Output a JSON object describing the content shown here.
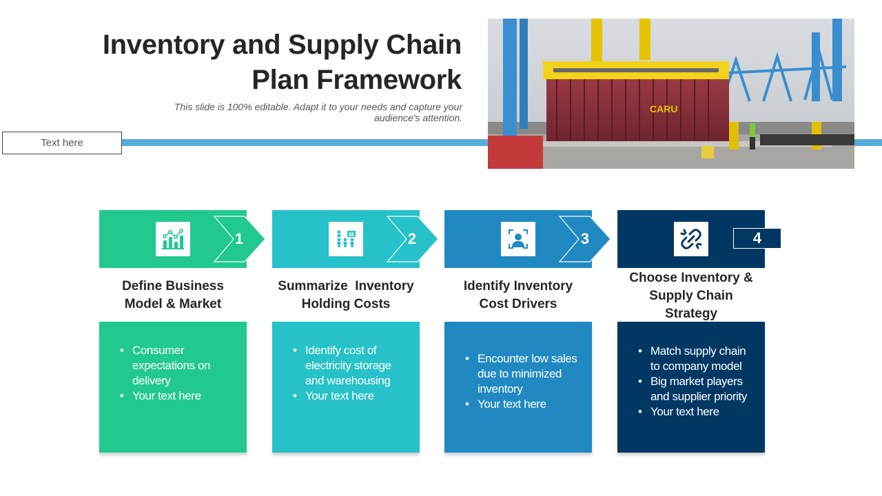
{
  "title_line1": "Inventory and Supply Chain",
  "title_line2": "Plan Framework",
  "subtitle": "This slide is 100% editable. Adapt it to your needs and capture your audience's attention.",
  "text_box": "Text here",
  "photo_container_text": "CARU",
  "colors": {
    "step1": "#22C98E",
    "step2": "#27C1C9",
    "step3": "#2189C2",
    "step4": "#003763",
    "rule": "#56ACDA"
  },
  "steps": [
    {
      "number": "1",
      "icon": "bar-chart-icon",
      "title_line1": "Define Business",
      "title_line2": "Model & Market",
      "bullets": [
        "Consumer expectations on delivery",
        "Your text here"
      ]
    },
    {
      "number": "2",
      "icon": "cost-people-icon",
      "title_line1": "Summarize  Inventory",
      "title_line2": "Holding Costs",
      "bullets": [
        "Identify cost of electricity storage and warehousing",
        "Your text here"
      ]
    },
    {
      "number": "3",
      "icon": "person-focus-icon",
      "title_line1": "Identify Inventory",
      "title_line2": "Cost Drivers",
      "bullets": [
        "Encounter low sales due to minimized inventory",
        "Your text here"
      ]
    },
    {
      "number": "4",
      "icon": "chain-link-icon",
      "title_line1": "Choose Inventory &",
      "title_line2": "Supply Chain",
      "title_line3": "Strategy",
      "bullets": [
        "Match supply chain to company model",
        "Big market players and supplier priority",
        "Your text here"
      ]
    }
  ]
}
